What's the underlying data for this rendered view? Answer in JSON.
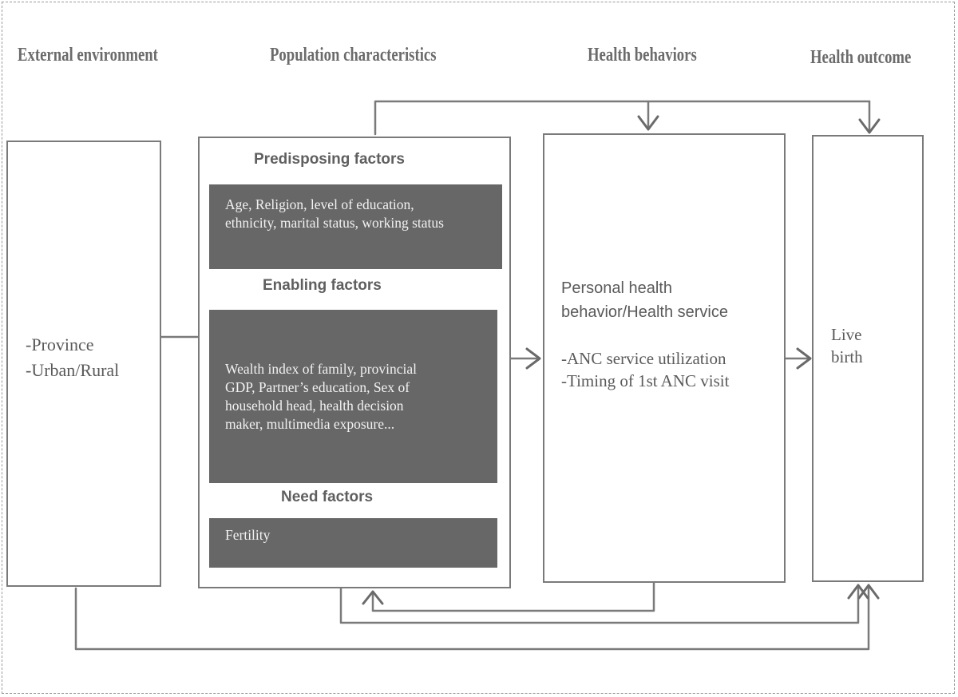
{
  "headers": {
    "external": "External environment",
    "population": "Population characteristics",
    "behaviors": "Health behaviors",
    "outcome": "Health outcome"
  },
  "external_box": {
    "line1": "-Province",
    "line2": "-Urban/Rural"
  },
  "population_box": {
    "predisposing_title": "Predisposing factors",
    "predisposing_text_1": "Age, Religion, level of education,",
    "predisposing_text_2": "ethnicity, marital status, working status",
    "enabling_title": "Enabling factors",
    "enabling_text_1": "Wealth index of family, provincial",
    "enabling_text_2": "GDP, Partner’s education, Sex of",
    "enabling_text_3": "household head, health decision",
    "enabling_text_4": "maker, multimedia exposure...",
    "need_title": "Need factors",
    "need_text": "Fertility"
  },
  "behavior_box": {
    "line1": "Personal health",
    "line2": "behavior/Health service",
    "line3": "-ANC service utilization",
    "line4": "-Timing of 1st ANC visit"
  },
  "outcome_box": {
    "line1": "Live",
    "line2": "birth"
  },
  "colors": {
    "stroke": "#7a7a7a",
    "dark_fill": "#676767",
    "header_text": "#6b6b6b"
  }
}
